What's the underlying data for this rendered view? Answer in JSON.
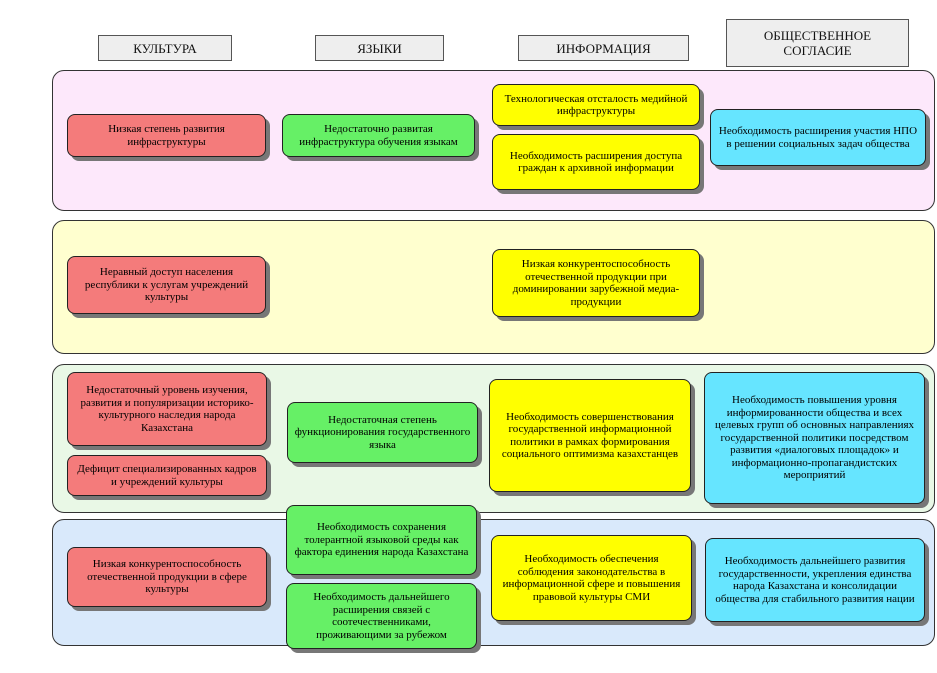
{
  "headers": {
    "culture": "КУЛЬТУРА",
    "languages": "ЯЗЫКИ",
    "information": "ИНФОРМАЦИЯ",
    "public_accord": "ОБЩЕСТВЕННОЕ СОГЛАСИЕ"
  },
  "colors": {
    "band1": "#fde8fb",
    "band2": "#ffffcf",
    "band3": "#e9f8e6",
    "band4": "#d9e9fb",
    "culture": "#f47b7b",
    "languages": "#66f066",
    "information": "#ffff00",
    "public_accord": "#66e5ff"
  },
  "boxes": {
    "b1_culture": "Низкая степень развития инфраструктуры",
    "b1_lang": "Недостаточно развитая инфраструктура обучения языкам",
    "b1_info_1": "Технологическая отсталость медийной инфраструктуры",
    "b1_info_2": "Необходимость расширения доступа граждан к архивной информации",
    "b1_accord": "Необходимость расширения участия НПО в решении социальных задач общества",
    "b2_culture": "Неравный доступ населения республики к услугам учреждений культуры",
    "b2_info": "Низкая конкурентоспособность отечественной продукции при доминировании зарубежной медиа-продукции",
    "b3_culture_1": "Недостаточный уровень изучения, развития и популяризации историко-культурного наследия народа Казахстана",
    "b3_culture_2": "Дефицит специализированных кадров и учреждений культуры",
    "b3_lang": "Недостаточная степень функционирования государственного языка",
    "b3_info": "Необходимость совершенствования государственной информационной политики в рамках формирования социального оптимизма казахстанцев",
    "b3_accord": "Необходимость повышения уровня информированности общества и всех целевых групп об основных направлениях государственной политики посредством развития «диалоговых площадок» и информационно-пропагандистских мероприятий",
    "b4_culture": "Низкая конкурентоспособность отечественной продукции в сфере культуры",
    "b4_lang_1": "Необходимость сохранения толерантной языковой среды как фактора единения народа Казахстана",
    "b4_lang_2": "Необходимость дальнейшего расширения связей с соотечественниками, проживающими за рубежом",
    "b4_info": "Необходимость обеспечения соблюдения законодательства в информационной сфере и повышения правовой культуры СМИ",
    "b4_accord": "Необходимость дальнейшего развития государственности, укрепления единства народа Казахстана и консолидации общества для стабильного развития нации"
  }
}
